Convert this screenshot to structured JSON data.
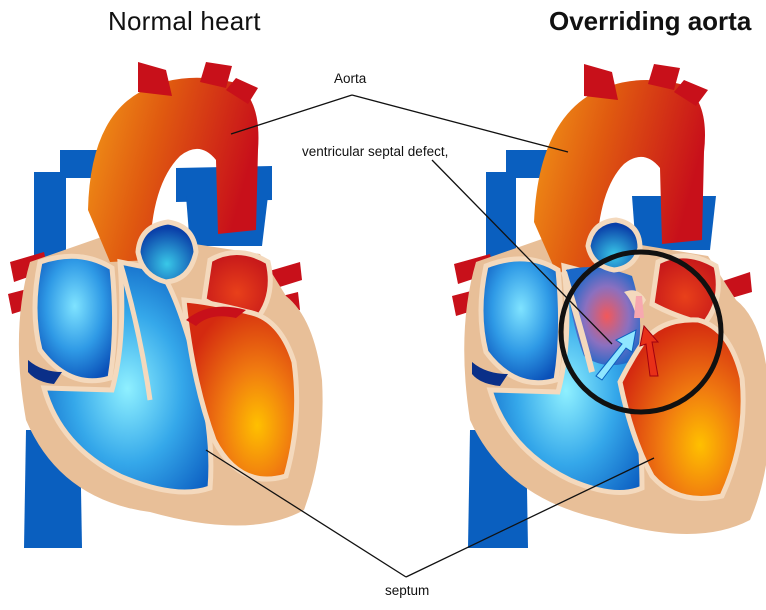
{
  "titles": {
    "left": "Normal heart",
    "right": "Overriding aorta"
  },
  "labels": {
    "aorta": "Aorta",
    "vsd": "ventricular septal defect,",
    "septum": "septum"
  },
  "colors": {
    "oxygenated": "#c8101a",
    "oxygenated_light": "#f5a000",
    "deoxygenated": "#0a5fbf",
    "deoxygenated_light": "#5fd0f5",
    "myocardium": "#e8bf98",
    "outline": "#f4d9bd",
    "highlight_circle": "#111111"
  }
}
